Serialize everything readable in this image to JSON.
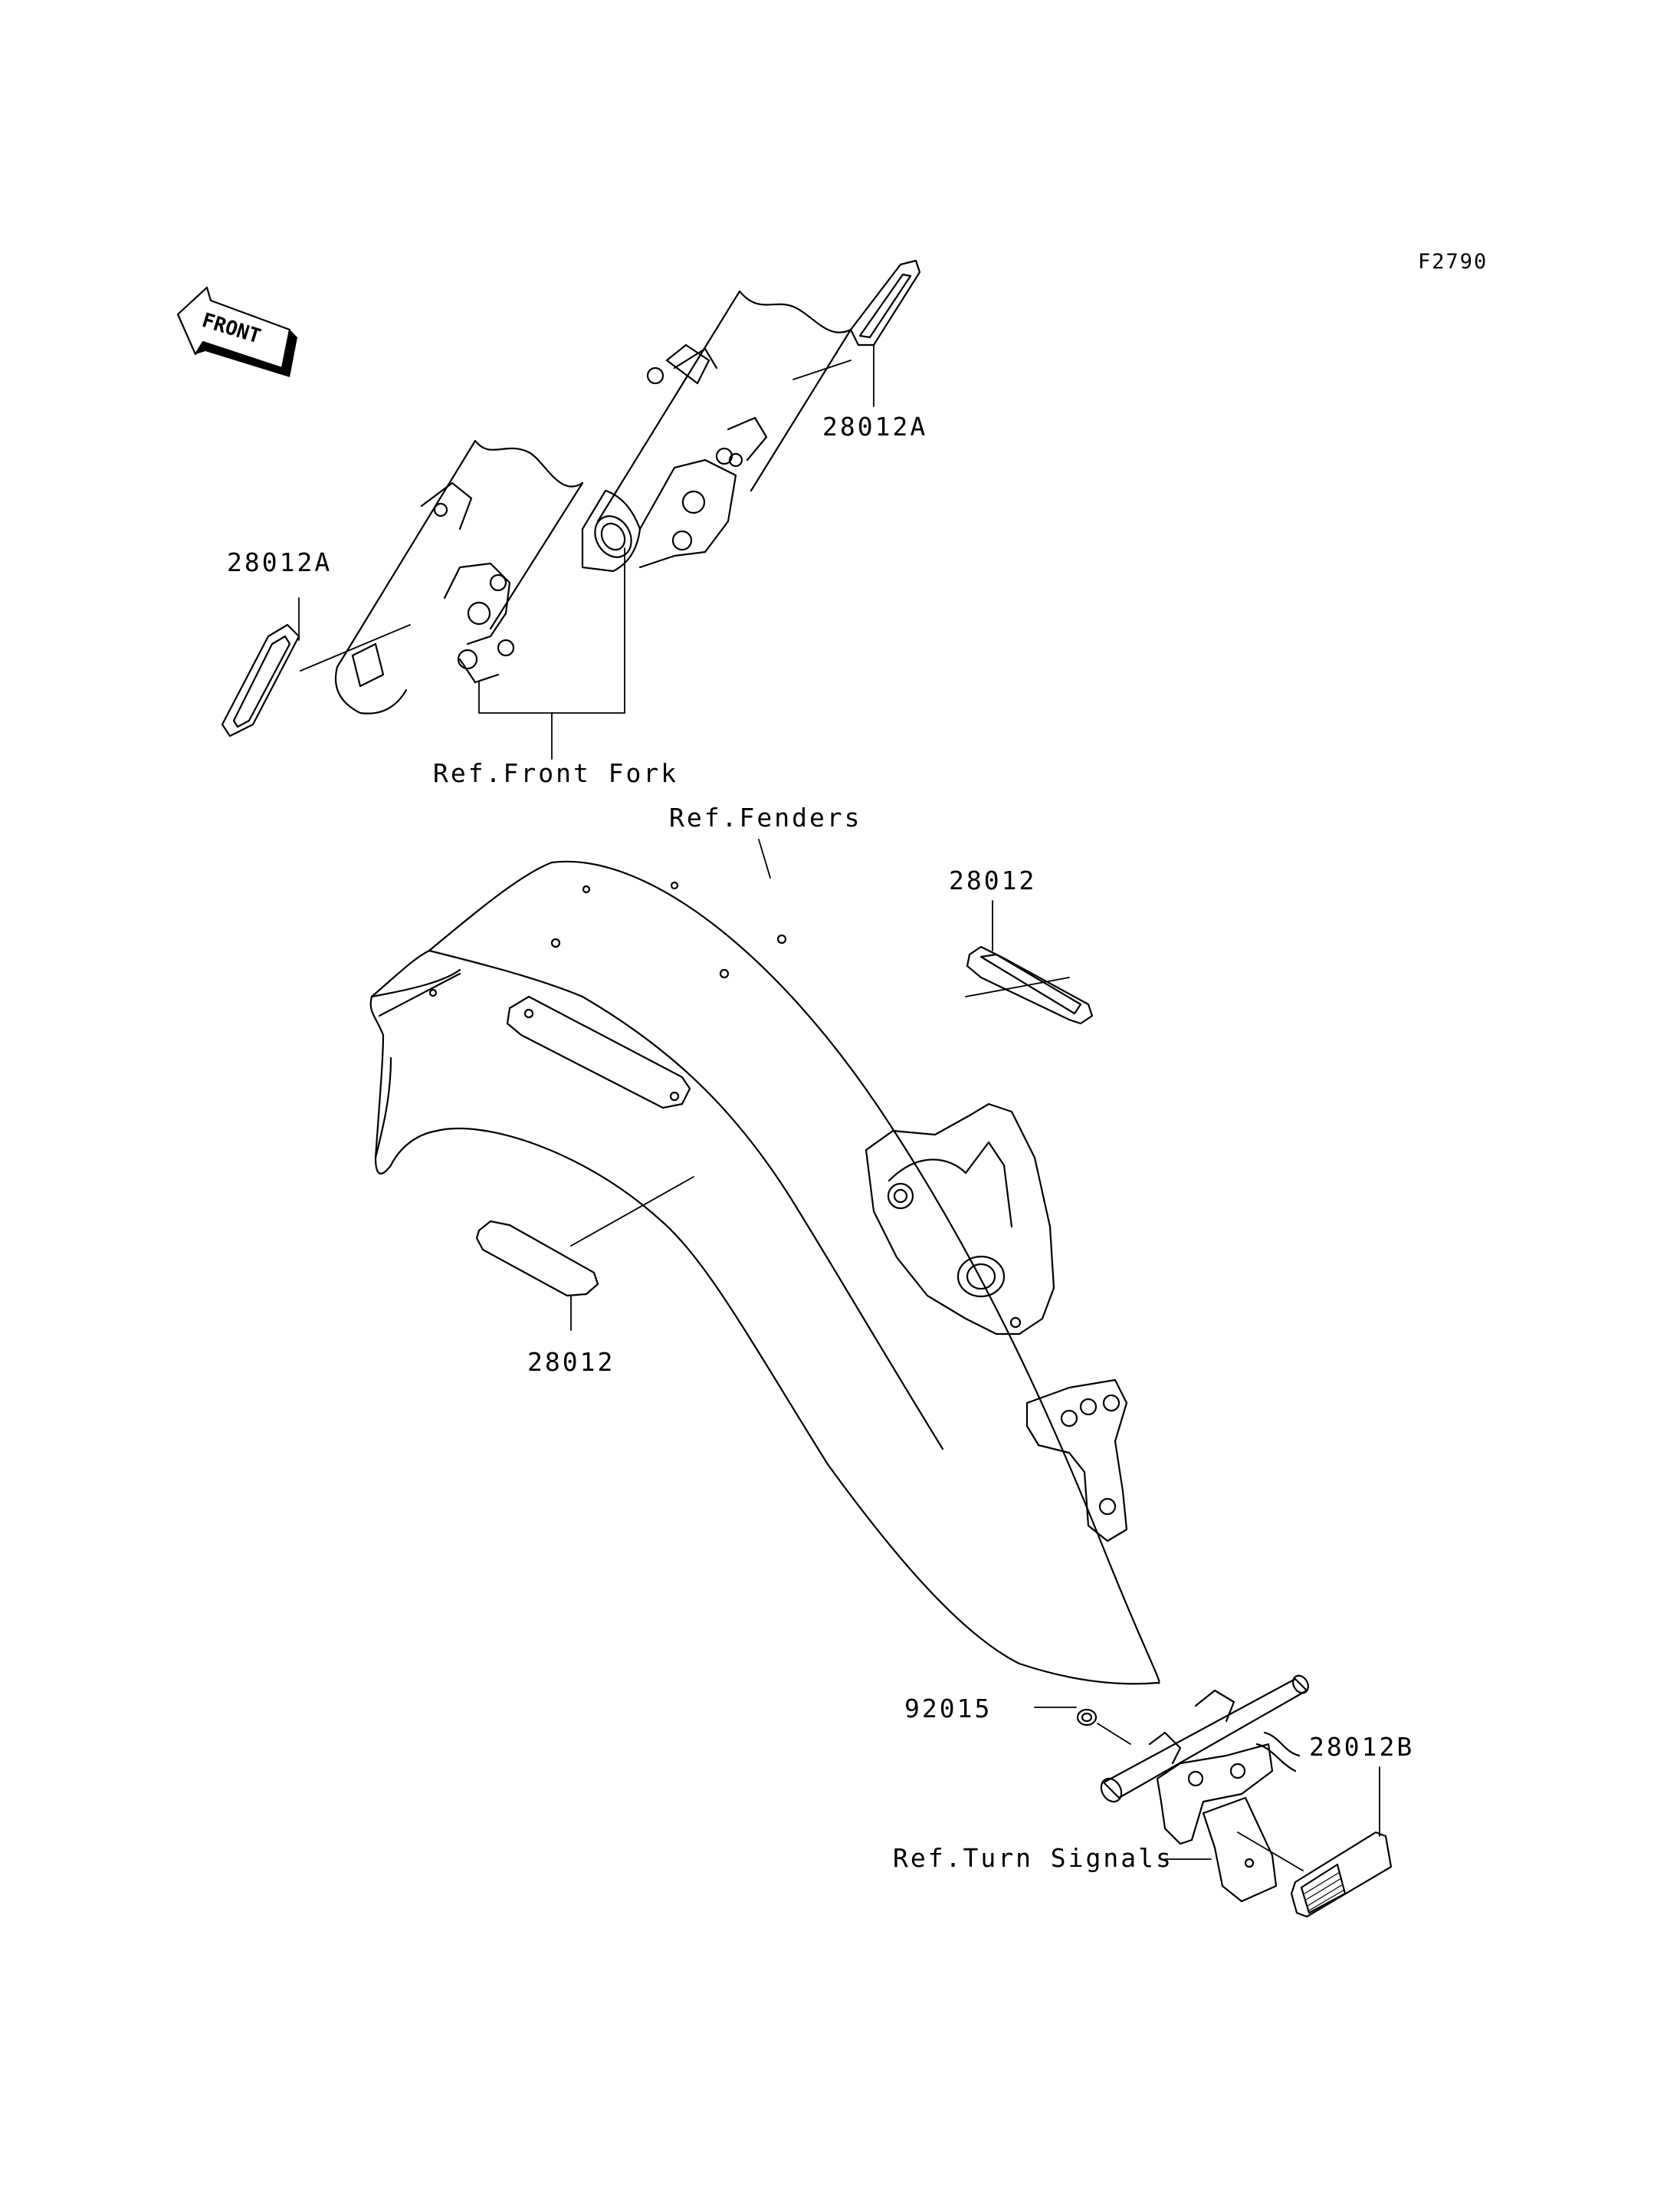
{
  "figure_code": "F2790",
  "front_arrow_label": "FRONT",
  "callouts": {
    "fork_right_reflector": "28012A",
    "fork_left_reflector": "28012A",
    "front_fork_ref": "Ref.Front Fork",
    "fenders_ref": "Ref.Fenders",
    "fender_side_reflector_upper": "28012",
    "fender_side_reflector_lower": "28012",
    "nut": "92015",
    "rear_reflector": "28012B",
    "turn_signals_ref": "Ref.Turn Signals"
  }
}
